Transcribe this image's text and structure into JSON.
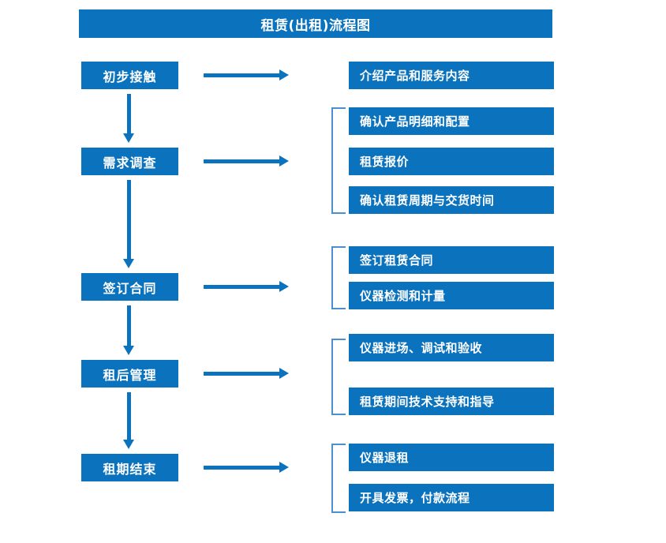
{
  "diagram": {
    "title": "租赁(出租)流程图",
    "colors": {
      "box_fill": "#0b72bd",
      "box_text": "#ffffff",
      "arrow": "#0b72bd",
      "bracket": "#4a8fd0",
      "background": "#ffffff"
    },
    "stages": [
      {
        "label": "初步接触"
      },
      {
        "label": "需求调查"
      },
      {
        "label": "签订合同"
      },
      {
        "label": "租后管理"
      },
      {
        "label": "租期结束"
      }
    ],
    "detail_groups": [
      {
        "stage": "初步接触",
        "bracketed": false,
        "items": [
          {
            "label": "介绍产品和服务内容"
          }
        ]
      },
      {
        "stage": "需求调查",
        "bracketed": true,
        "items": [
          {
            "label": "确认产品明细和配置"
          },
          {
            "label": "租赁报价"
          },
          {
            "label": "确认租赁周期与交货时间"
          }
        ]
      },
      {
        "stage": "签订合同",
        "bracketed": true,
        "items": [
          {
            "label": "签订租赁合同"
          },
          {
            "label": "仪器检测和计量"
          }
        ]
      },
      {
        "stage": "租后管理",
        "bracketed": true,
        "items": [
          {
            "label": "仪器进场、调试和验收"
          },
          {
            "label": "租赁期间技术支持和指导"
          }
        ]
      },
      {
        "stage": "租期结束",
        "bracketed": true,
        "items": [
          {
            "label": "仪器退租"
          },
          {
            "label": "开具发票，付款流程"
          }
        ]
      }
    ],
    "connectors": {
      "horizontal_arrow_count": 5,
      "vertical_arrow_count": 4
    }
  }
}
